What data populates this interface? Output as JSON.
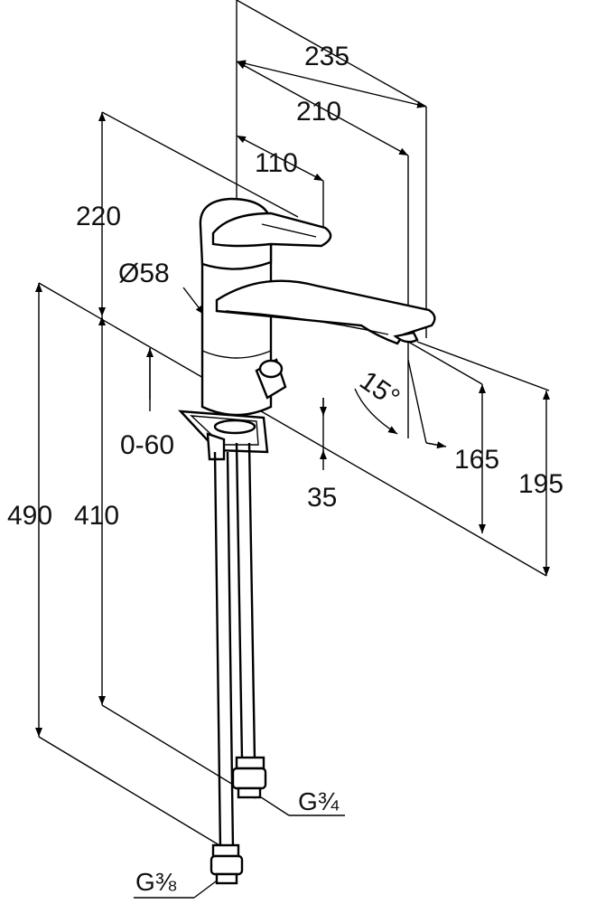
{
  "drawing": {
    "dimensions": {
      "d235": "235",
      "d210": "210",
      "d110": "110",
      "d220": "220",
      "dia58": "Ø58",
      "d060": "0-60",
      "d35": "35",
      "angle15": "15°",
      "d165": "165",
      "d195": "195",
      "d490": "490",
      "d410": "410"
    },
    "threads": {
      "g34": "G¾",
      "g38": "G⅜"
    }
  }
}
